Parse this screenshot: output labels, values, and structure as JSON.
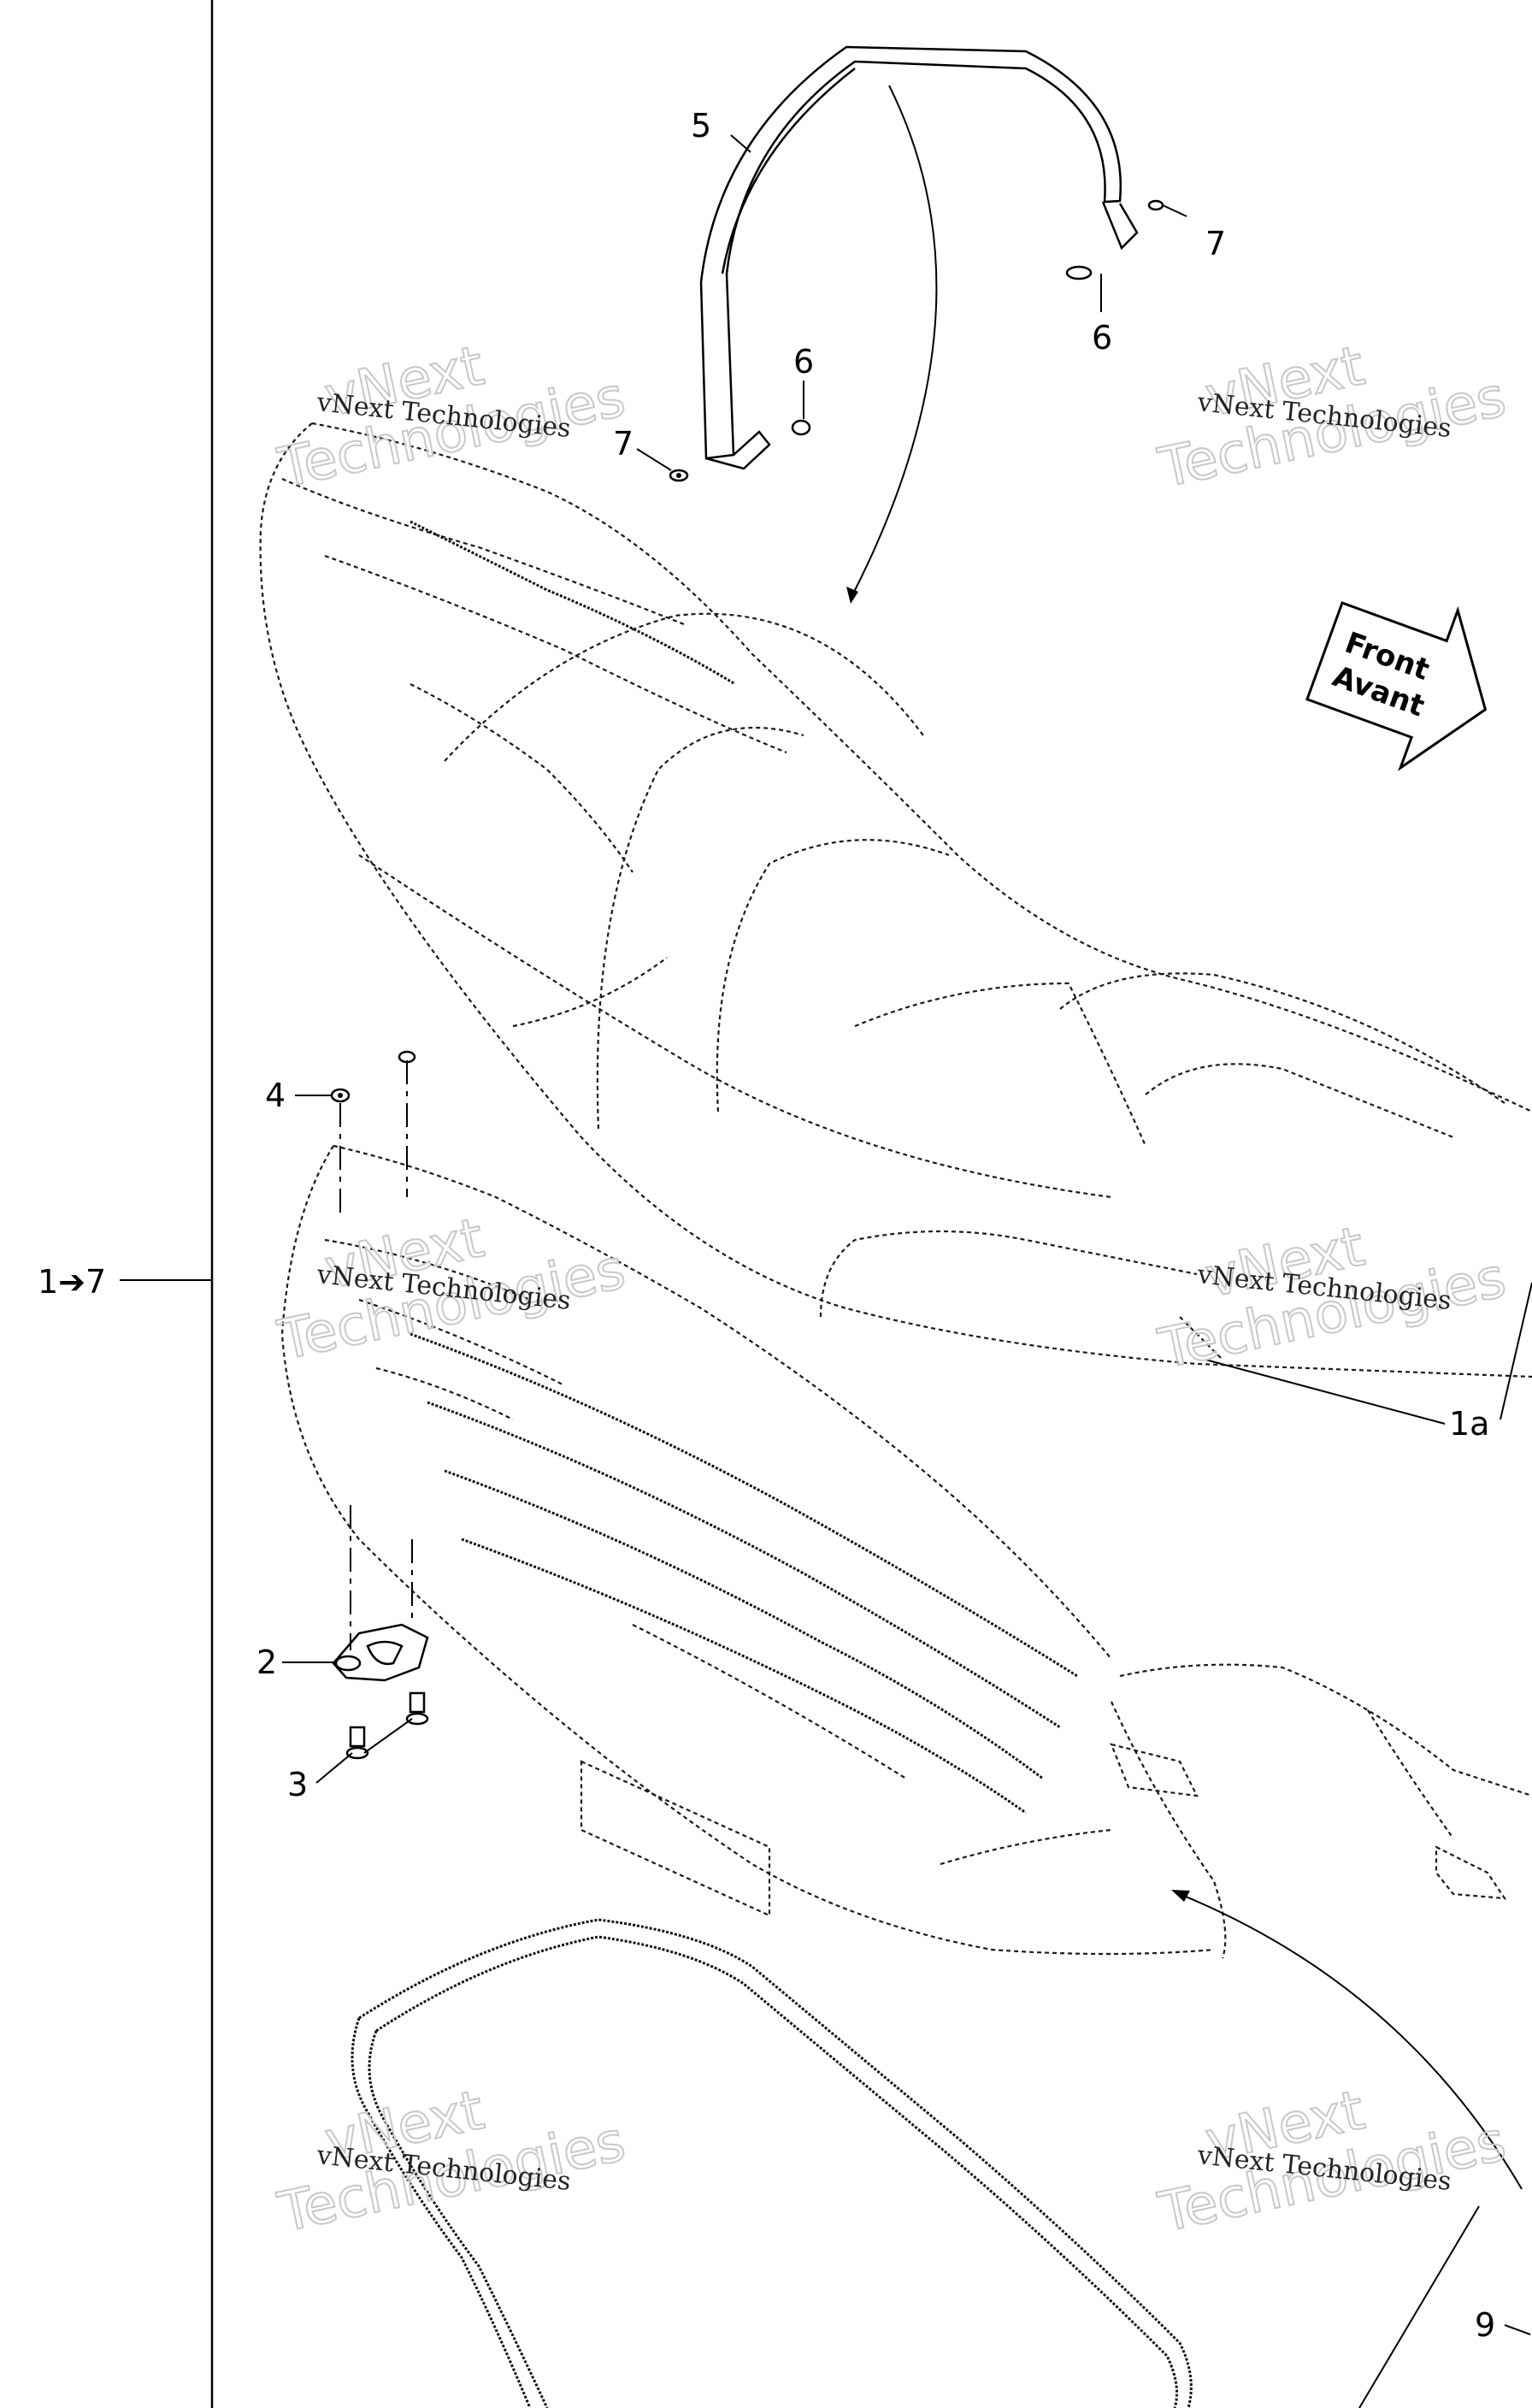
{
  "callouts": {
    "range": "1➔7",
    "c1a": "1a",
    "c2": "2",
    "c3": "3",
    "c4": "4",
    "c5": "5",
    "c6_top": "6",
    "c6_mid": "6",
    "c7_left": "7",
    "c7_right": "7",
    "c9": "9"
  },
  "watermarks": {
    "line1": "vNext",
    "line2": "Technologies",
    "small": "vNext Technologies"
  },
  "direction_arrow": {
    "line1": "Front",
    "line2": "Avant"
  }
}
